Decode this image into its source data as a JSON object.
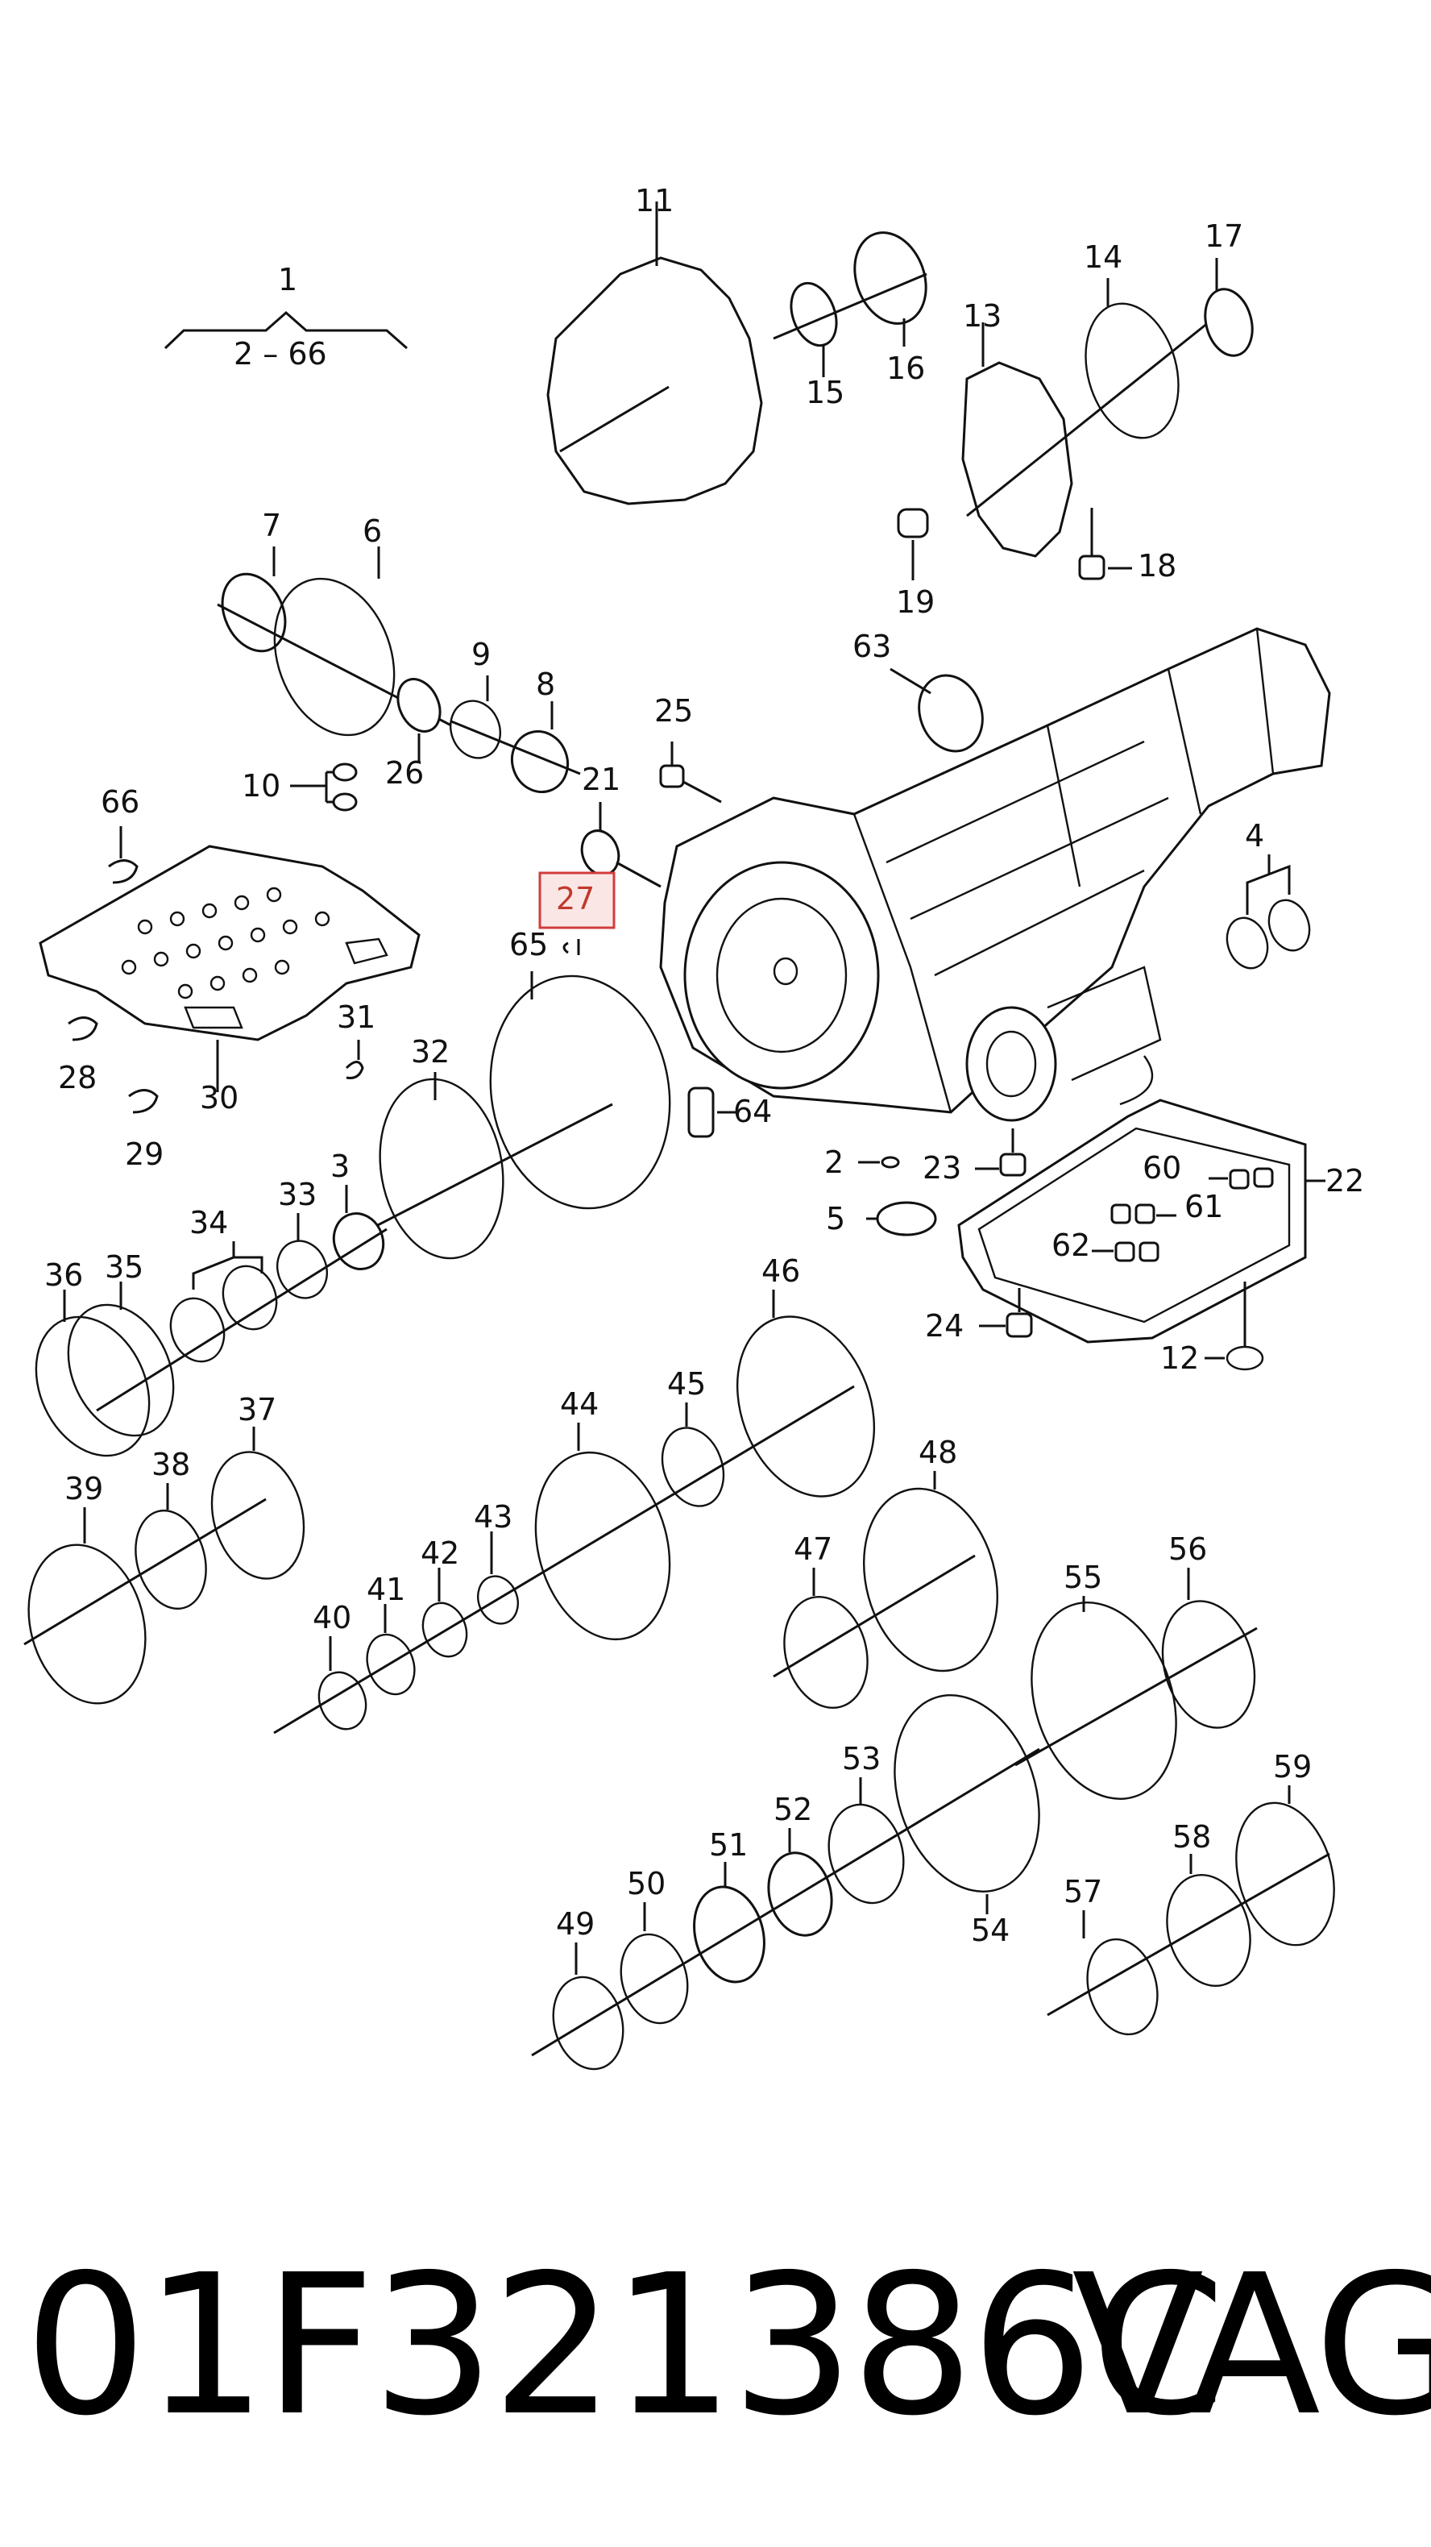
{
  "group": {
    "label": "1",
    "range": "2 – 66"
  },
  "callouts": [
    "11",
    "15",
    "16",
    "13",
    "14",
    "17",
    "18",
    "19",
    "7",
    "6",
    "9",
    "8",
    "26",
    "10",
    "25",
    "21",
    "27",
    "63",
    "66",
    "4",
    "65",
    "31",
    "32",
    "28",
    "30",
    "29",
    "64",
    "2",
    "23",
    "60",
    "61",
    "22",
    "5",
    "62",
    "24",
    "12",
    "3",
    "33",
    "34",
    "36",
    "35",
    "46",
    "44",
    "45",
    "37",
    "38",
    "39",
    "48",
    "43",
    "42",
    "41",
    "40",
    "47",
    "55",
    "56",
    "53",
    "52",
    "51",
    "50",
    "49",
    "54",
    "57",
    "58",
    "59"
  ],
  "highlighted": "27",
  "footer": {
    "part_number": "01F321386C",
    "brand": "VAG"
  }
}
